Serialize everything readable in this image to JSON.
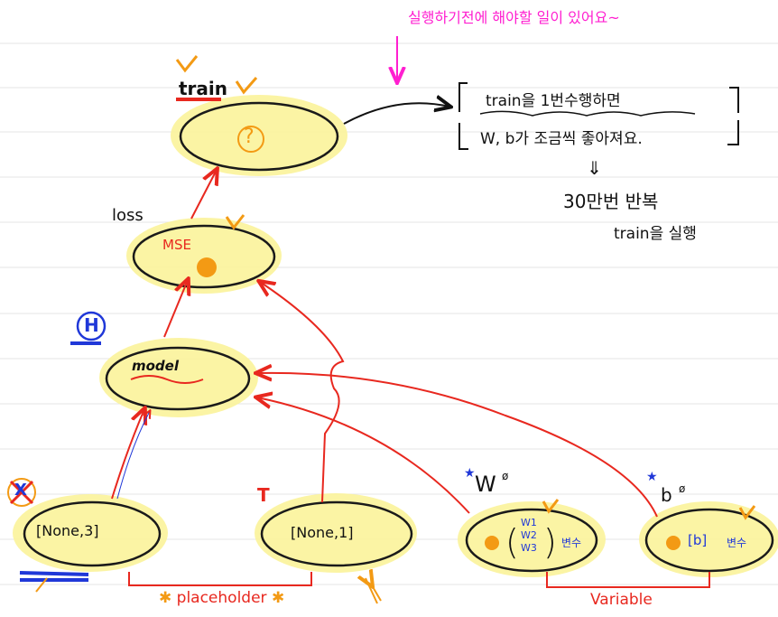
{
  "colors": {
    "highlight": "#fbf39a",
    "outline": "#1a1a1a",
    "arrow": "#e8281f",
    "note": "#ff1fd0",
    "check": "#f39a14",
    "blue": "#2038d8",
    "rule": "#e6e6e6"
  },
  "top_note": "실행하기전에 해야할 일이 있어요~",
  "nodes": {
    "train": {
      "label": "train",
      "content": "?"
    },
    "mse": {
      "label": "MSE",
      "side_label": "loss"
    },
    "model": {
      "label": "model",
      "marker": "H"
    },
    "x": {
      "label": "[None,3]",
      "marker": "X"
    },
    "t": {
      "label": "[None,1]",
      "marker": "T"
    },
    "w": {
      "name": "W",
      "vector": [
        "W1",
        "W2",
        "W3"
      ],
      "suffix": "변수"
    },
    "b": {
      "name": "b",
      "content": "[b]",
      "suffix": "변수"
    }
  },
  "group_labels": {
    "placeholder": "placeholder",
    "variable": "Variable"
  },
  "explanation": {
    "line1": "train을 1번수행하면",
    "line2": "W, b가 조금씩 좋아져요.",
    "arrow": "⇓",
    "result1": "30만번 반복",
    "result2": "train을 실행"
  },
  "icons": [
    "checkmark-icon",
    "star-icon",
    "cross-icon",
    "question-mark-icon",
    "dot-icon"
  ]
}
